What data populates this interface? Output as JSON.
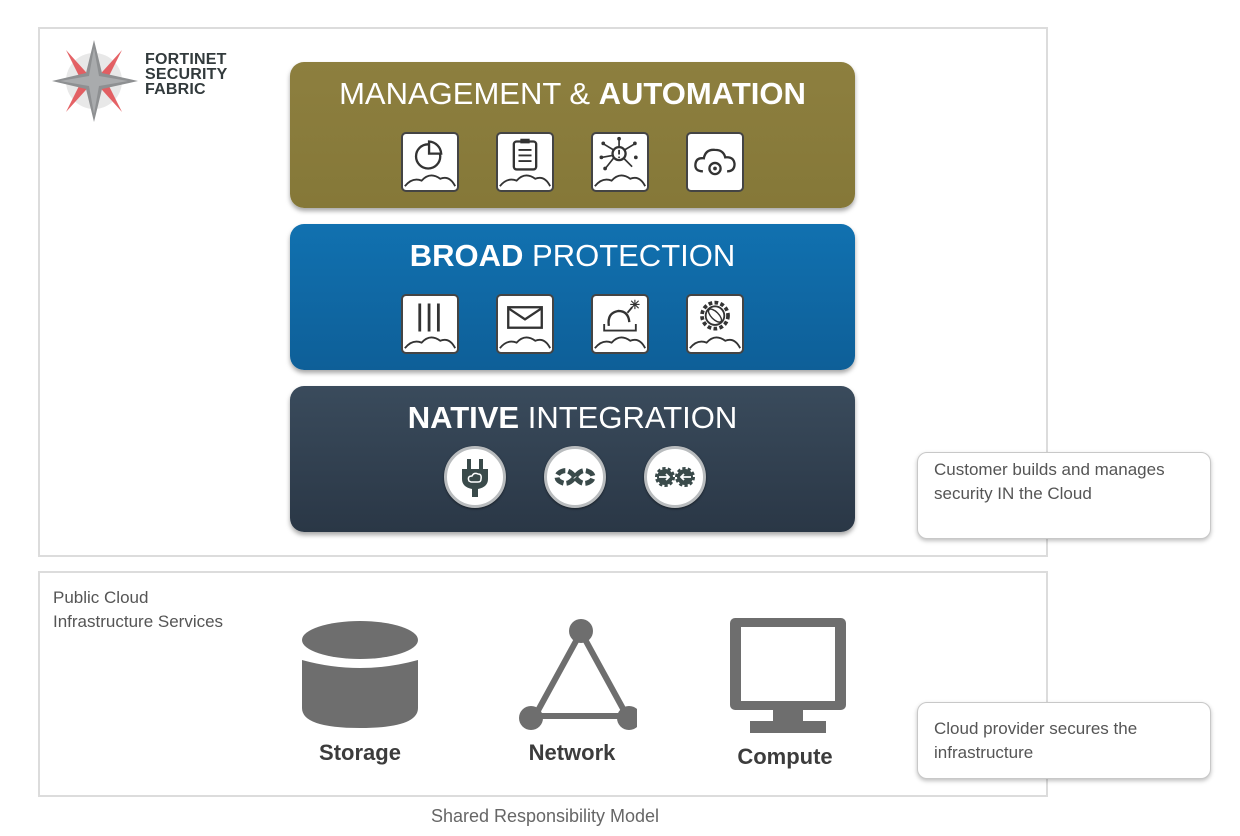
{
  "logo": {
    "icon": "fortinet-star-icon",
    "lines": [
      "FORTINET",
      "SECURITY",
      "FABRIC"
    ],
    "colors": {
      "star_gray": "#9a9a9a",
      "star_red": "#e0464b",
      "text": "#323a3c"
    }
  },
  "layers": [
    {
      "id": "management-automation",
      "title_light": "MANAGEMENT & ",
      "title_bold": "AUTOMATION",
      "bold_first": false,
      "color": "#8a7c3c",
      "icons": [
        "pie-chart-cloud-icon",
        "clipboard-cloud-icon",
        "network-analysis-cloud-icon",
        "cloud-gear-icon"
      ]
    },
    {
      "id": "broad-protection",
      "title_bold": "BROAD",
      "title_light": " PROTECTION",
      "bold_first": true,
      "color": "#1068a6",
      "icons": [
        "firewall-cloud-icon",
        "mail-cloud-icon",
        "sandbox-bomb-cloud-icon",
        "web-gear-cloud-icon"
      ]
    },
    {
      "id": "native-integration",
      "title_bold": "NATIVE",
      "title_light": " INTEGRATION",
      "bold_first": true,
      "color": "#334354",
      "icons": [
        "plug-cloud-icon",
        "infinity-sync-icon",
        "gears-exchange-icon"
      ]
    }
  ],
  "callouts": {
    "customer": "Customer builds and manages security IN the Cloud",
    "provider": "Cloud provider secures the infrastructure"
  },
  "infrastructure": {
    "label": "Public Cloud Infrastructure Services",
    "label_lines": [
      "Public Cloud",
      "Infrastructure Services"
    ],
    "items": [
      {
        "name": "Storage",
        "icon": "database-icon"
      },
      {
        "name": "Network",
        "icon": "network-triangle-icon"
      },
      {
        "name": "Compute",
        "icon": "monitor-icon"
      }
    ],
    "icon_color": "#6e6e6e"
  },
  "caption": "Shared Responsibility Model"
}
